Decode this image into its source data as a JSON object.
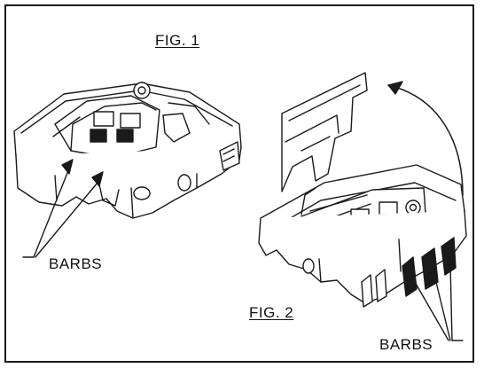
{
  "figures": {
    "fig1_label": "FIG. 1",
    "fig2_label": "FIG. 2"
  },
  "callouts": {
    "left_barbs": "BARBS",
    "right_barbs": "BARBS"
  }
}
